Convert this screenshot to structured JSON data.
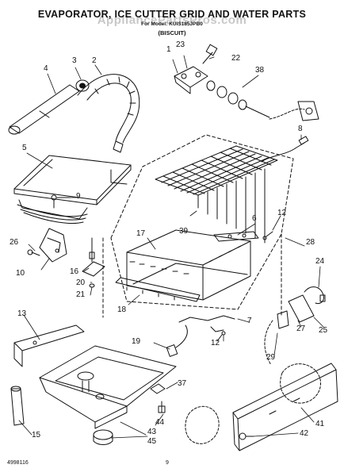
{
  "header": {
    "title": "EVAPORATOR, ICE CUTTER GRID AND WATER PARTS",
    "subtitle": "For Model: KUIS185JPB0",
    "color_code": "(BISCUIT)",
    "watermark": "AppliancePartsPros.com"
  },
  "footer": {
    "doc_number": "4998116",
    "page_number": "9"
  },
  "callouts": [
    "1",
    "2",
    "3",
    "4",
    "5",
    "6",
    "7",
    "8",
    "9",
    "10",
    "12",
    "12",
    "13",
    "15",
    "16",
    "17",
    "18",
    "19",
    "20",
    "21",
    "22",
    "23",
    "24",
    "25",
    "26",
    "27",
    "28",
    "29",
    "37",
    "38",
    "39",
    "41",
    "42",
    "43",
    "44",
    "45"
  ]
}
